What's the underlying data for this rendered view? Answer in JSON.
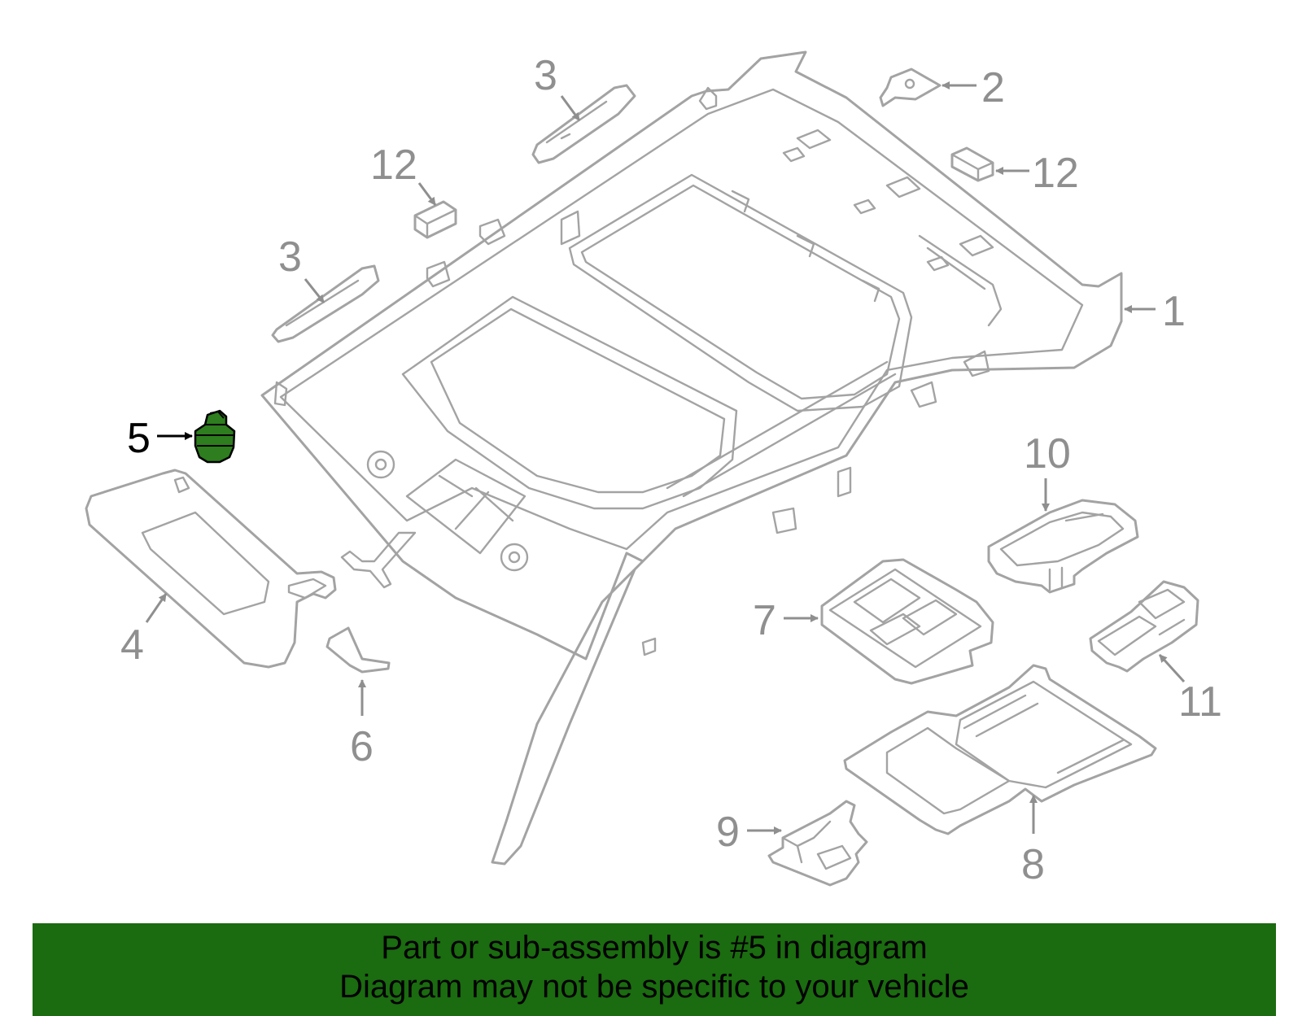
{
  "colors": {
    "outline": "#a3a3a3",
    "label": "#8f8f8f",
    "highlight_fill": "#2e7d1e",
    "highlight_stroke": "#000000",
    "highlight_label": "#000000",
    "banner_background": "#1b6b10",
    "banner_text": "#000000"
  },
  "callouts": [
    {
      "id": "1",
      "text": "1"
    },
    {
      "id": "2",
      "text": "2"
    },
    {
      "id": "3a",
      "text": "3"
    },
    {
      "id": "3b",
      "text": "3"
    },
    {
      "id": "4",
      "text": "4"
    },
    {
      "id": "5",
      "text": "5"
    },
    {
      "id": "6",
      "text": "6"
    },
    {
      "id": "7",
      "text": "7"
    },
    {
      "id": "8",
      "text": "8"
    },
    {
      "id": "9",
      "text": "9"
    },
    {
      "id": "10",
      "text": "10"
    },
    {
      "id": "11",
      "text": "11"
    },
    {
      "id": "12a",
      "text": "12"
    },
    {
      "id": "12b",
      "text": "12"
    }
  ],
  "highlighted_part": "5",
  "banner": {
    "line1": "Part or sub-assembly is #5 in diagram",
    "line2": "Diagram may not be specific to your vehicle"
  }
}
